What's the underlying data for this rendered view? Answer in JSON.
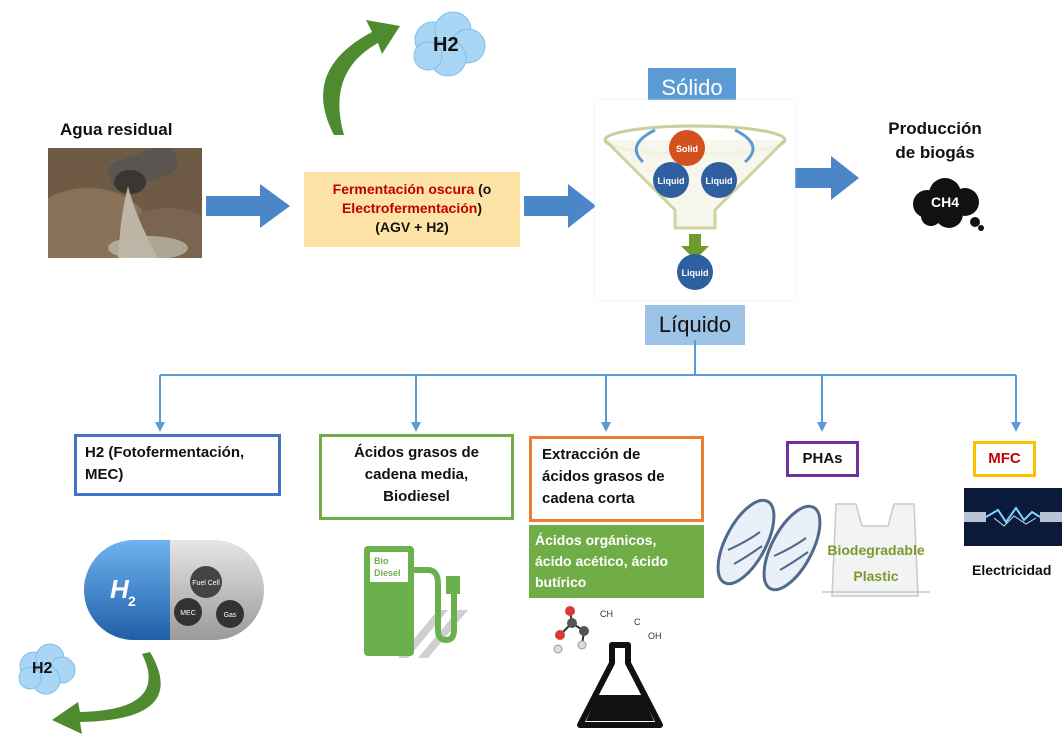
{
  "colors": {
    "arrow_blue": "#4a86c8",
    "connector_blue": "#5b9bd5",
    "green_arrow": "#4e8a2e",
    "fermentation_fill": "#fde4a6",
    "fermentation_red": "#c00000",
    "solid_label_fill": "#5b9bd5",
    "liquid_label_fill": "#9dc3e6",
    "h2_box_border": "#4472c4",
    "fatty_box_border": "#70ad47",
    "extraction_box_border": "#ed7d31",
    "organic_fill": "#70ad47",
    "phas_border": "#7030a0",
    "mfc_border": "#ffc000"
  },
  "wastewater": {
    "label": "Agua residual"
  },
  "h2_cloud_top": {
    "label": "H2"
  },
  "fermentation": {
    "line1_red": "Fermentación oscura",
    "line1_black": " (o",
    "line2_red": "Electrofermentación",
    "line2_black": ")",
    "line3": "(AGV + H2)"
  },
  "separator": {
    "solid_label": "Sólido",
    "liquid_label": "Líquido",
    "ball_solid": "Solid",
    "ball_liquid_left": "Liquid",
    "ball_liquid_right": "Liquid",
    "ball_liquid_bottom": "Liquid"
  },
  "biogas": {
    "line1": "Producción",
    "line2": "de biogás",
    "cloud": "CH4"
  },
  "outputs": {
    "h2_box": {
      "line1": "H2 (Fotofermentación,",
      "line2": "MEC)"
    },
    "fatty_box": {
      "line1": "Ácidos grasos de",
      "line2": "cadena media,",
      "line3": "Biodiesel"
    },
    "extraction_box": {
      "line1": "Extracción de",
      "line2": "ácidos grasos de",
      "line3": "cadena corta"
    },
    "organic_box": {
      "line1": "Ácidos orgánicos,",
      "line2": "ácido acético, ácido",
      "line3": "butírico"
    },
    "phas_box": {
      "label": "PHAs"
    },
    "mfc_box": {
      "label": "MFC"
    },
    "electricity": {
      "label": "Electricidad"
    }
  },
  "capsule": {
    "h2": "H",
    "sub": "2",
    "fuel_cell": "Fuel Cell",
    "mec": "MEC",
    "gas": "Gas"
  },
  "h2_cloud_bottom": {
    "label": "H2"
  },
  "biodiesel_pump": {
    "line1": "Bio",
    "line2": "Diesel"
  },
  "plastic": {
    "line1": "Biodegradable",
    "line2": "Plastic"
  },
  "flask": {
    "formula1": "CH",
    "formula2": "C",
    "formula3": "OH"
  }
}
